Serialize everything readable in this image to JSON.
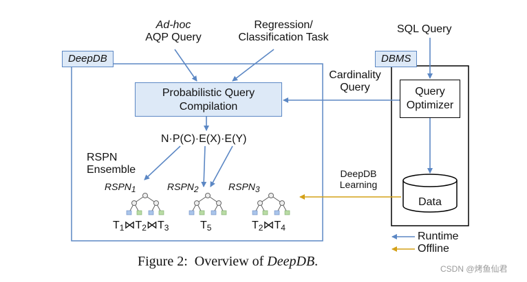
{
  "inputs": {
    "adhoc_line1": "Ad-hoc",
    "adhoc_line2": "AQP Query",
    "regression_line1": "Regression/",
    "regression_line2": "Classification Task",
    "sql_query": "SQL Query"
  },
  "deepdb": {
    "tag": "DeepDB",
    "compilation_line1": "Probabilistic Query",
    "compilation_line2": "Compilation",
    "formula": "N·P(C)·E(X)·E(Y)",
    "ensemble_line1": "RSPN",
    "ensemble_line2": "Ensemble",
    "rspns": [
      {
        "name": "RSPN",
        "sub": "1",
        "tables": [
          "T",
          "1",
          "⋈",
          "T",
          "2",
          "⋈",
          "T",
          "3"
        ]
      },
      {
        "name": "RSPN",
        "sub": "2",
        "tables": [
          "T",
          "5"
        ]
      },
      {
        "name": "RSPN",
        "sub": "3",
        "tables": [
          "T",
          "2",
          "⋈",
          "T",
          "4"
        ]
      }
    ]
  },
  "dbms": {
    "tag": "DBMS",
    "optimizer_line1": "Query",
    "optimizer_line2": "Optimizer",
    "data": "Data"
  },
  "edges": {
    "cardinality_line1": "Cardinality",
    "cardinality_line2": "Query",
    "learning_line1": "DeepDB",
    "learning_line2": "Learning"
  },
  "legend": {
    "runtime": "Runtime",
    "offline": "Offline",
    "runtime_color": "#5b87c4",
    "offline_color": "#d4a017"
  },
  "caption": {
    "prefix": "Figure 2:  Overview of ",
    "name": "DeepDB",
    "suffix": "."
  },
  "watermark": "CSDN @烤鱼仙君"
}
